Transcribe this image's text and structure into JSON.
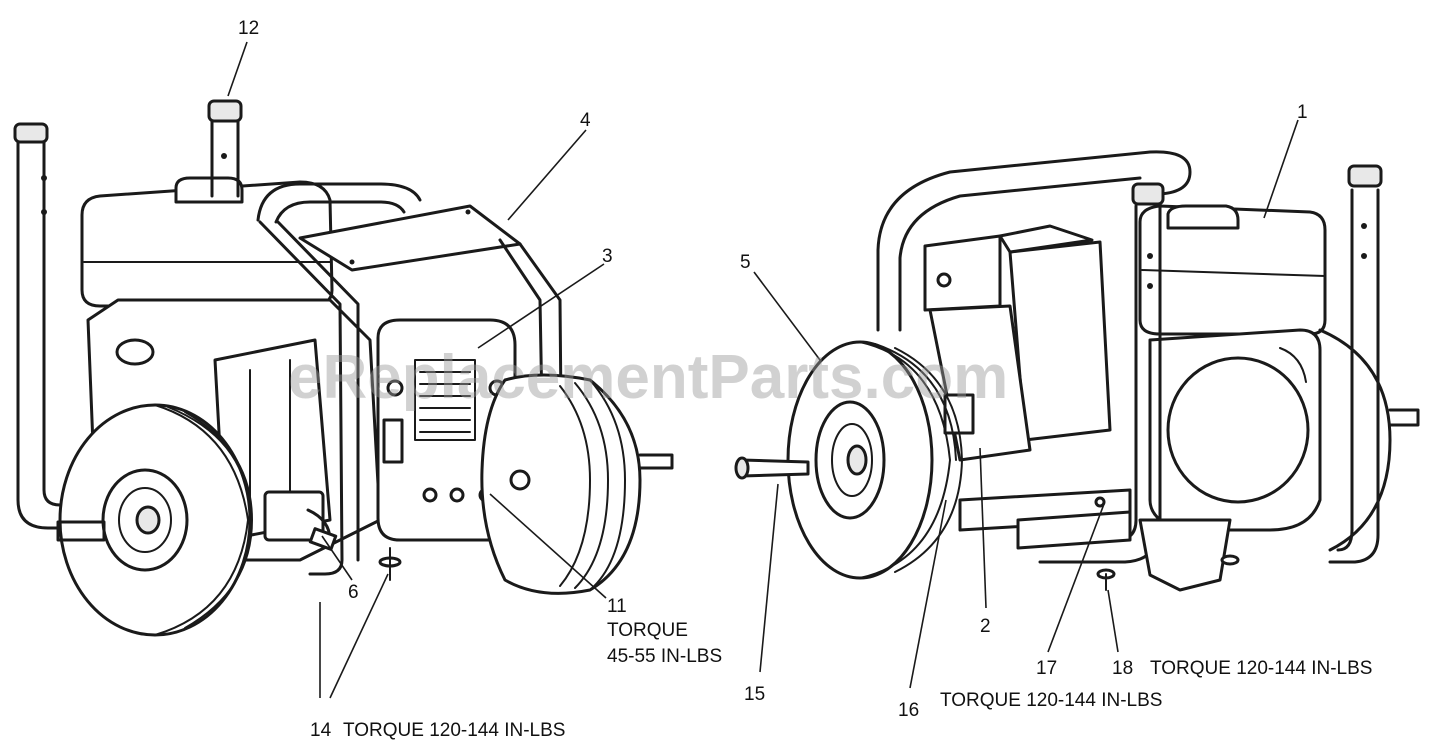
{
  "watermark": "eReplacementParts.com",
  "callouts": {
    "c1": "1",
    "c2": "2",
    "c3": "3",
    "c4": "4",
    "c5": "5",
    "c6": "6",
    "c11": "11",
    "c12": "12",
    "c14": "14",
    "c15": "15",
    "c16": "16",
    "c17": "17",
    "c18": "18"
  },
  "notes": {
    "torque_11_line1": "TORQUE",
    "torque_11_line2": "45-55 IN-LBS",
    "torque_14": "TORQUE 120-144 IN-LBS",
    "torque_16": "TORQUE 120-144 IN-LBS",
    "torque_18": "TORQUE 120-144 IN-LBS"
  }
}
